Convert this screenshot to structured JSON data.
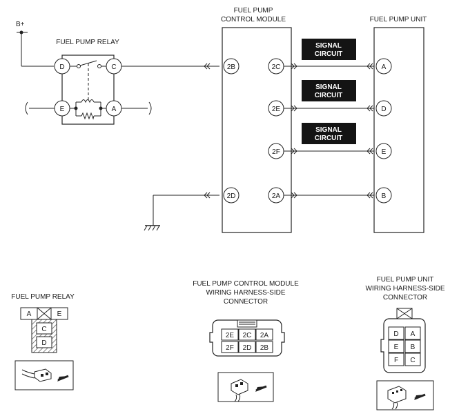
{
  "labels": {
    "b_plus": "B+",
    "relay_title": "FUEL PUMP RELAY",
    "module_title_1": "FUEL PUMP",
    "module_title_2": "CONTROL MODULE",
    "unit_title": "FUEL PUMP UNIT",
    "signal_1": "SIGNAL",
    "signal_2": "CIRCUIT",
    "bottom_relay": "FUEL PUMP RELAY",
    "bottom_module_1": "FUEL PUMP CONTROL MODULE",
    "bottom_module_2": "WIRING HARNESS-SIDE",
    "bottom_module_3": "CONNECTOR",
    "bottom_unit_1": "FUEL PUMP UNIT",
    "bottom_unit_2": "WIRING HARNESS-SIDE",
    "bottom_unit_3": "CONNECTOR"
  },
  "relay_pins": {
    "d": "D",
    "c": "C",
    "e": "E",
    "a": "A"
  },
  "module_pins": {
    "in_2b": "2B",
    "in_2d": "2D",
    "out_2c": "2C",
    "out_2e": "2E",
    "out_2f": "2F",
    "out_2a": "2A"
  },
  "unit_pins": {
    "a": "A",
    "d": "D",
    "e": "E",
    "b": "B"
  },
  "relay_connector": {
    "a": "A",
    "e": "E",
    "c": "C",
    "d": "D"
  },
  "module_connector": {
    "r1": [
      "2E",
      "2C",
      "2A"
    ],
    "r2": [
      "2F",
      "2D",
      "2B"
    ]
  },
  "unit_connector": {
    "r1": [
      "D",
      "A"
    ],
    "r2": [
      "E",
      "B"
    ],
    "r3": [
      "F",
      "C"
    ]
  }
}
